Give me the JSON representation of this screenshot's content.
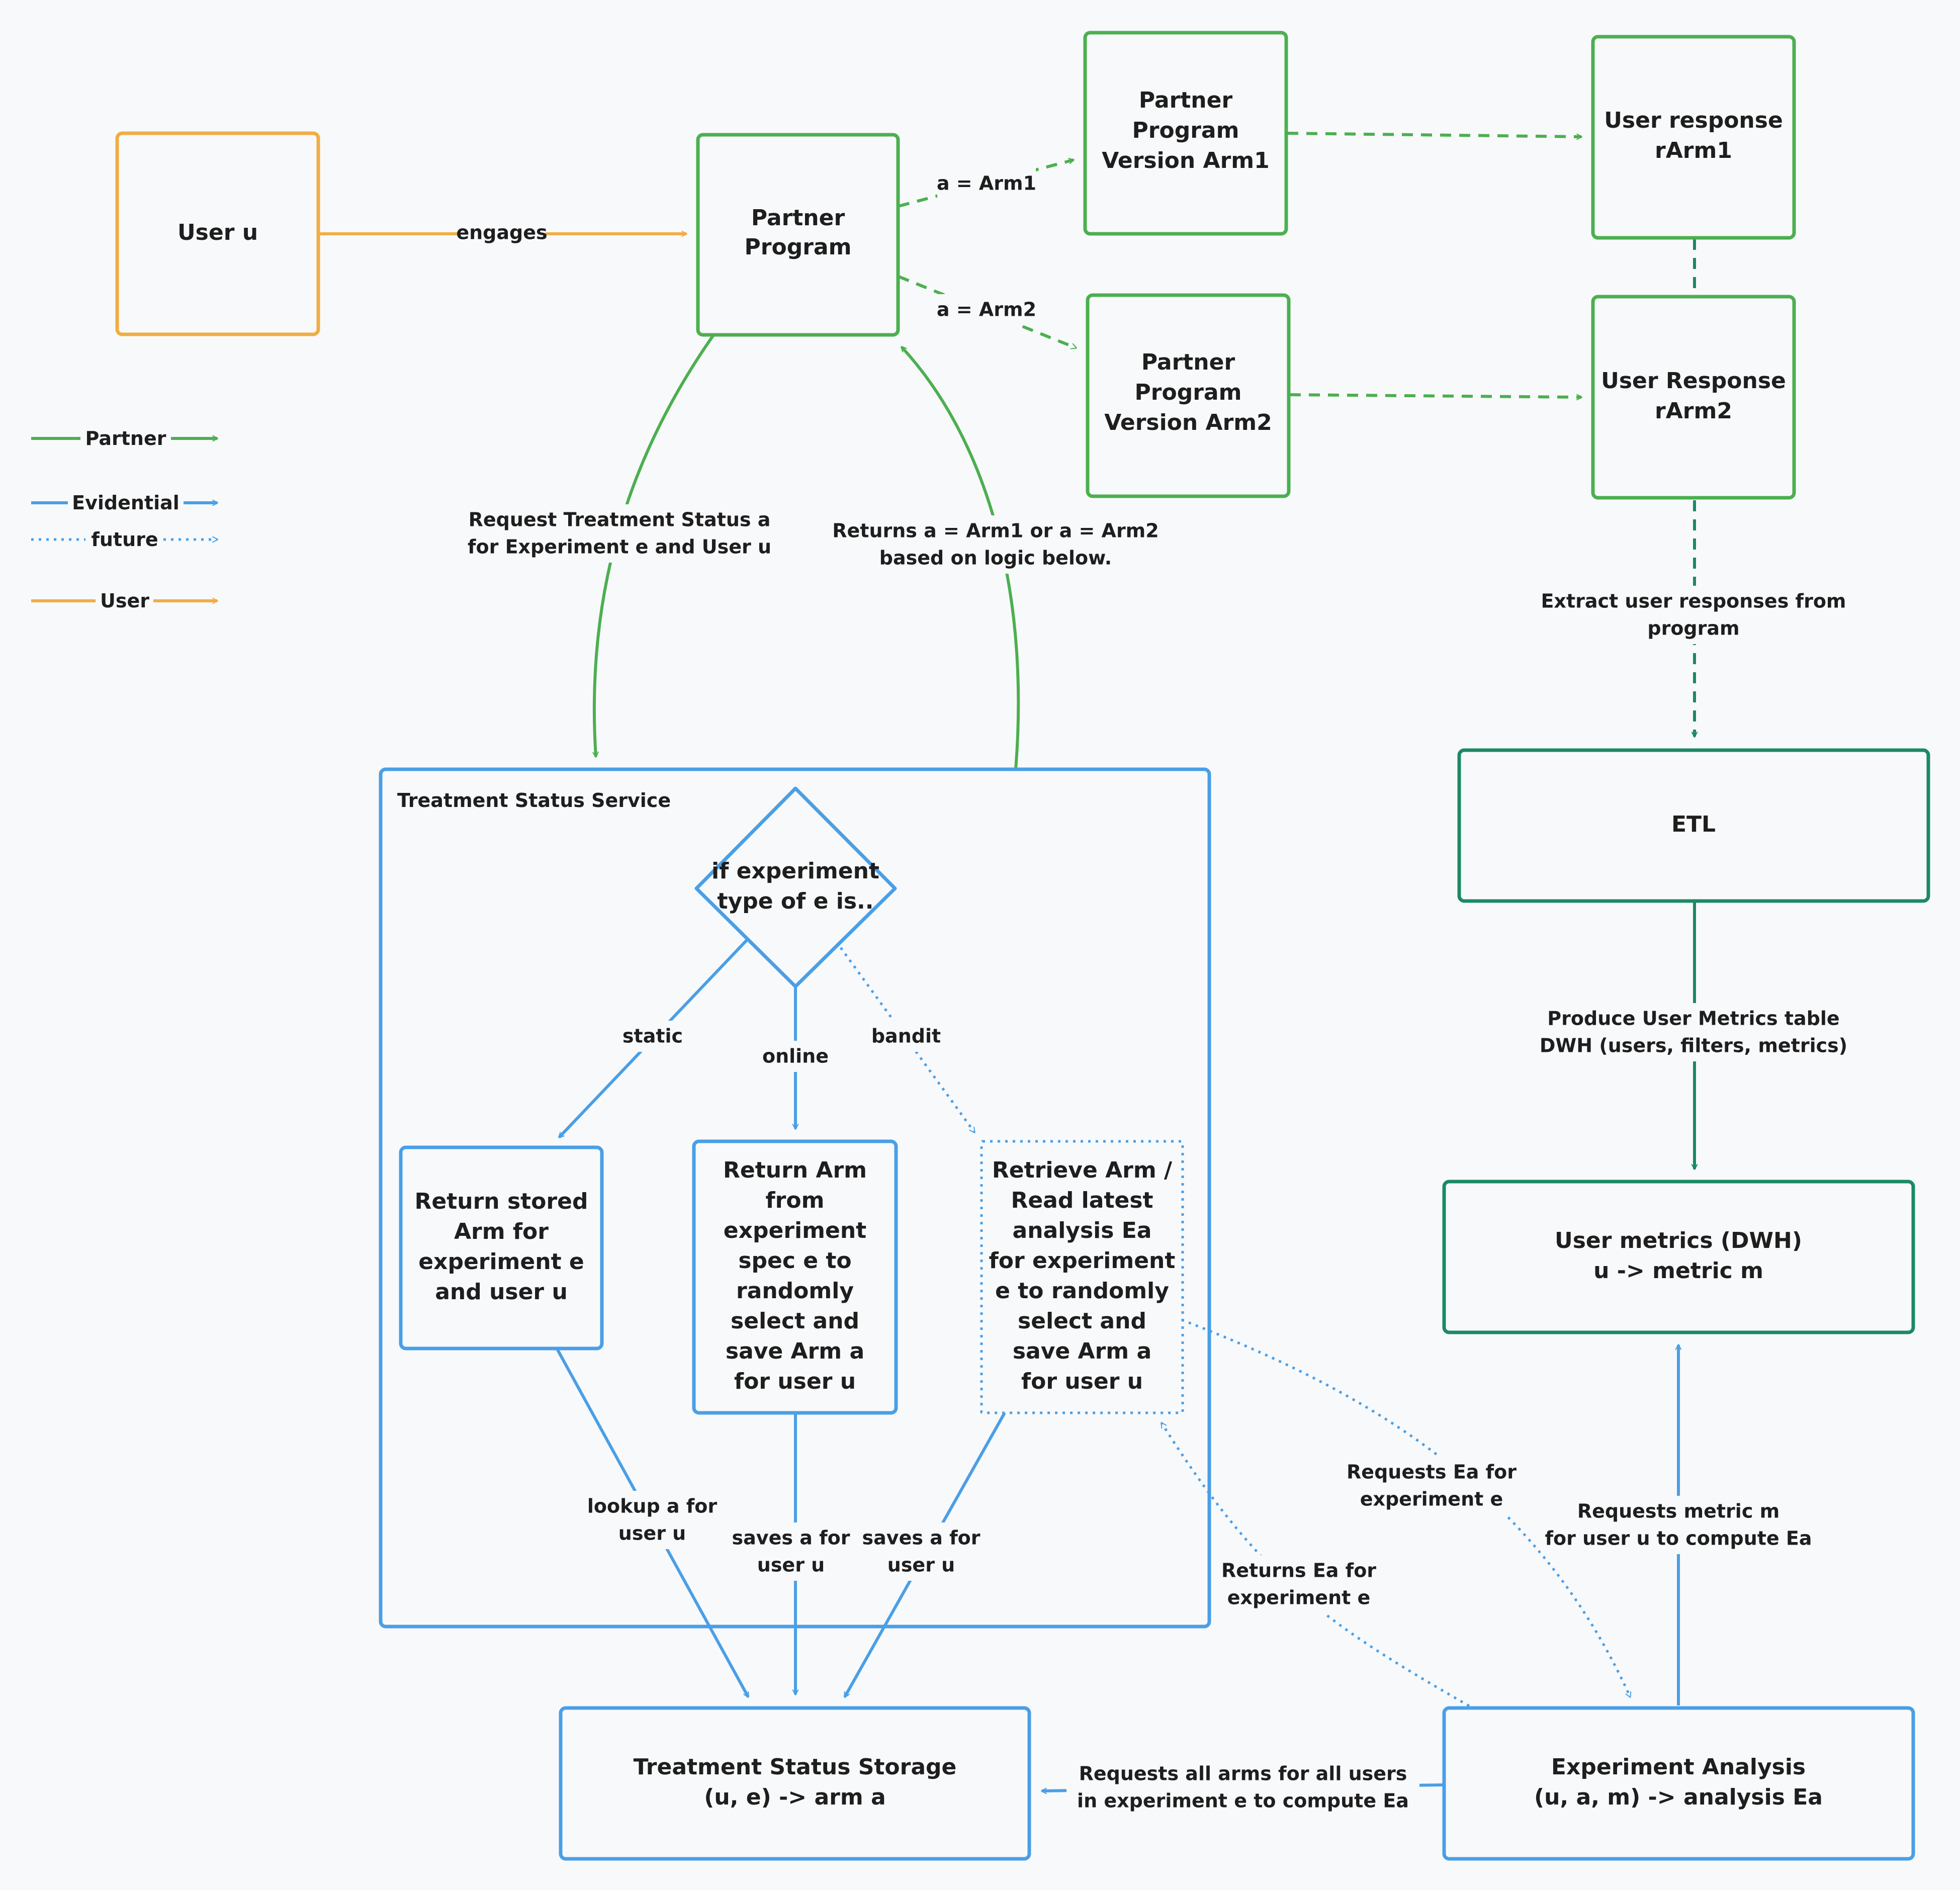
{
  "colors": {
    "partner": "#4caf50",
    "evidential": "#4a9fe6",
    "user": "#f0ad45",
    "etl": "#1b8a63",
    "text": "#1e1e1e",
    "background": "#f8f9fb"
  },
  "legend": {
    "partner": "Partner",
    "evidential": "Evidential",
    "future": "future",
    "user": "User"
  },
  "nodes": {
    "user": [
      "User u"
    ],
    "partner_program": [
      "Partner",
      "Program"
    ],
    "version_arm1": [
      "Partner",
      "Program",
      "Version Arm1"
    ],
    "version_arm2": [
      "Partner",
      "Program",
      "Version Arm2"
    ],
    "response_arm1": [
      "User response",
      "rArm1"
    ],
    "response_arm2": [
      "User Response",
      "rArm2"
    ],
    "etl": [
      "ETL"
    ],
    "user_metrics": [
      "User metrics (DWH)",
      "u -> metric m"
    ],
    "treatment_service_title": "Treatment Status Service",
    "decision": [
      "if experiment",
      "type of e is.."
    ],
    "static_box": [
      "Return stored",
      "Arm for",
      "experiment e",
      "and user u"
    ],
    "online_box": [
      "Return Arm",
      "from",
      "experiment",
      "spec e to",
      "randomly",
      "select and",
      "save Arm a",
      "for user u"
    ],
    "bandit_box": [
      "Retrieve Arm /",
      "Read latest",
      "analysis Ea",
      "for experiment",
      "e to randomly",
      "select and",
      "save Arm a",
      "for user u"
    ],
    "storage": [
      "Treatment Status Storage",
      "(u, e) -> arm a"
    ],
    "analysis": [
      "Experiment Analysis",
      "(u, a, m) -> analysis Ea"
    ]
  },
  "edges": {
    "engages": [
      "engages"
    ],
    "arm1": [
      "a = Arm1"
    ],
    "arm2": [
      "a = Arm2"
    ],
    "request_status": [
      "Request Treatment Status a",
      "for Experiment e and User u"
    ],
    "returns_arm": [
      "Returns a = Arm1 or a = Arm2",
      "based on logic below."
    ],
    "extract": [
      "Extract user responses from",
      "program"
    ],
    "produce": [
      "Produce User Metrics table",
      "DWH (users, filters, metrics)"
    ],
    "static": [
      "static"
    ],
    "online": [
      "online"
    ],
    "bandit": [
      "bandit"
    ],
    "lookup": [
      "lookup a for",
      "user u"
    ],
    "saves_online": [
      "saves a for",
      "user u"
    ],
    "saves_bandit": [
      "saves a for",
      "user u"
    ],
    "requests_ea": [
      "Requests Ea for",
      "experiment e"
    ],
    "returns_ea": [
      "Returns Ea for",
      "experiment e"
    ],
    "requests_metric": [
      "Requests metric m",
      "for user u to compute Ea"
    ],
    "requests_arms": [
      "Requests all arms for all users",
      "in experiment e to compute Ea"
    ]
  }
}
